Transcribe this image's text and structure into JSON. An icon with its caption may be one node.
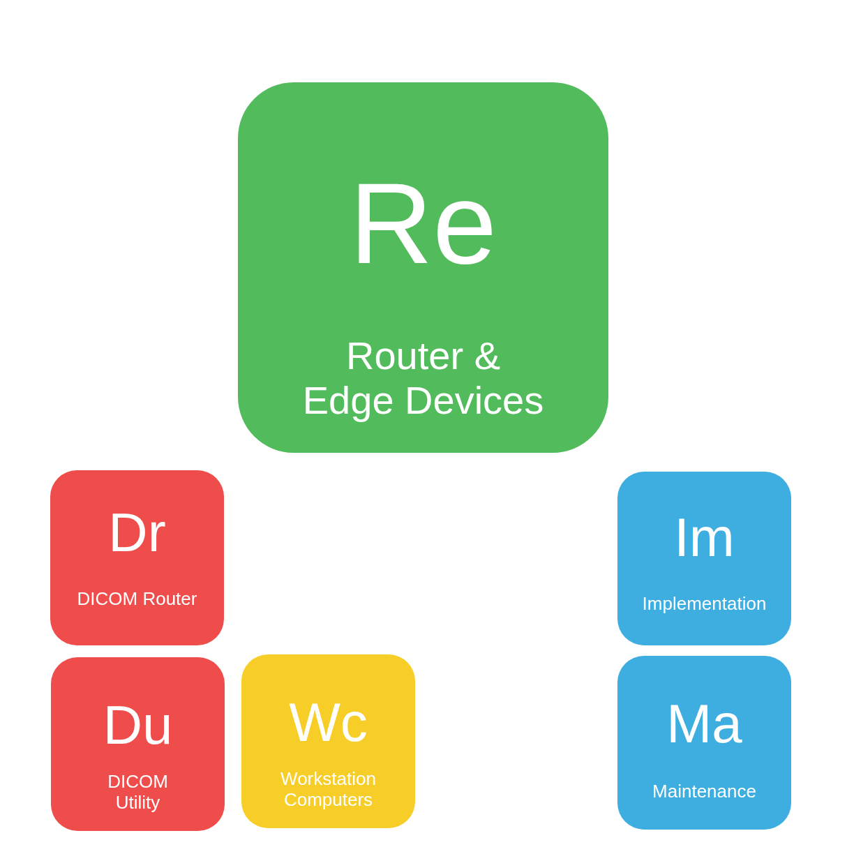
{
  "diagram": {
    "nodes": [
      {
        "text": [
          "Re",
          "Router & Edge Devices"
        ]
      },
      {
        "text": [
          "Dr",
          "DICOM Router"
        ]
      },
      {
        "text": [
          "Du",
          "DICOM Utility"
        ]
      },
      {
        "text": [
          "Wc",
          "Workstation Computers"
        ]
      },
      {
        "text": [
          "Im",
          "Implementation"
        ]
      },
      {
        "text": [
          "Ma",
          "Maintenance"
        ]
      }
    ]
  }
}
